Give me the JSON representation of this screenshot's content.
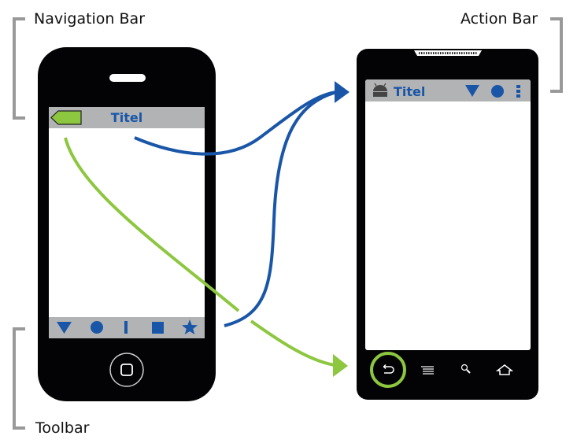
{
  "labels": {
    "navigation_bar": "Navigation Bar",
    "action_bar": "Action Bar",
    "toolbar": "Toolbar"
  },
  "iphone": {
    "nav_title": "Titel",
    "toolbar_icons": [
      "triangle-down-icon",
      "circle-icon",
      "bar-icon",
      "square-icon",
      "star-icon"
    ]
  },
  "android": {
    "action_title": "Titel",
    "action_icons": [
      "android-logo-icon",
      "triangle-down-icon",
      "circle-icon",
      "overflow-menu-icon"
    ],
    "system_buttons": [
      "back-icon",
      "menu-icon",
      "search-icon",
      "home-icon"
    ]
  },
  "colors": {
    "blue": "#1a56a8",
    "green": "#8dc63f",
    "bar_gray": "#b1b3b4",
    "bracket_gray": "#999999"
  }
}
